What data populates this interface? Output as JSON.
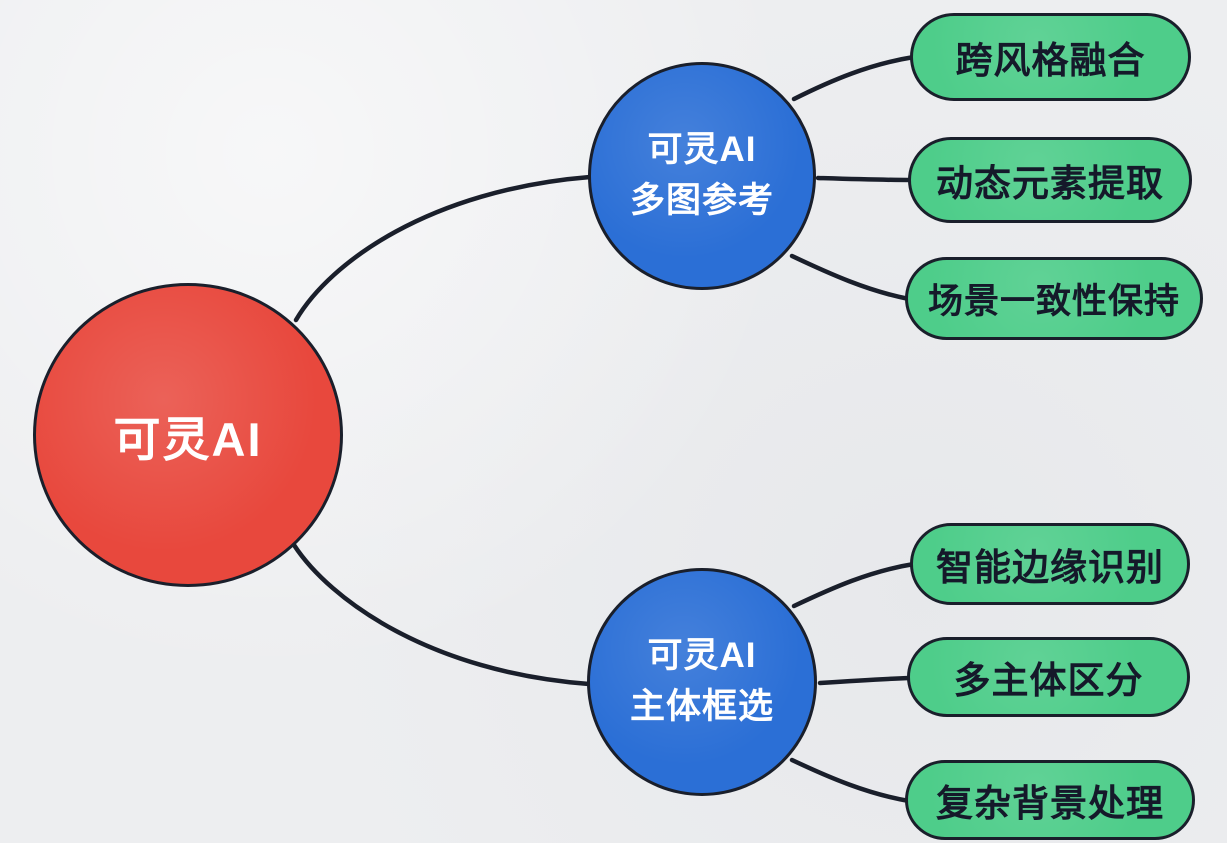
{
  "colors": {
    "canvas-bg": "#edeef0",
    "stroke": "#1a1f2b",
    "root-red": "#e8483d",
    "branch-blue": "#2b6fd6",
    "leaf-green": "#4ecd8a",
    "node-text-light": "#ffffff",
    "leaf-text-dark": "#15192a"
  },
  "diagram": {
    "type": "mindmap",
    "root": {
      "label": "可灵AI"
    },
    "branches": [
      {
        "line1": "可灵AI",
        "line2": "多图参考",
        "children": [
          {
            "label": "跨风格融合"
          },
          {
            "label": "动态元素提取"
          },
          {
            "label": "场景一致性保持"
          }
        ]
      },
      {
        "line1": "可灵AI",
        "line2": "主体框选",
        "children": [
          {
            "label": "智能边缘识别"
          },
          {
            "label": "多主体区分"
          },
          {
            "label": "复杂背景处理"
          }
        ]
      }
    ]
  }
}
